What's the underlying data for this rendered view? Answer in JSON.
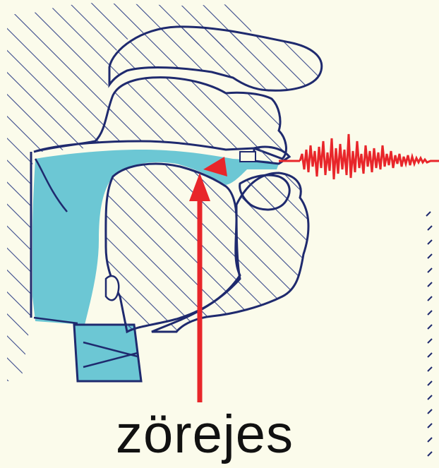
{
  "figure": {
    "caption": "zörejes"
  },
  "colors": {
    "background": "#fbfbeb",
    "outline": "#1f2a6e",
    "hatch": "#3a4a8c",
    "airway": "#6cc7d4",
    "noise": "#e8262a",
    "caption": "#111111"
  },
  "icons": {
    "constriction_marker": "red-triangle",
    "noise_wave": "red-noise-waveform"
  }
}
